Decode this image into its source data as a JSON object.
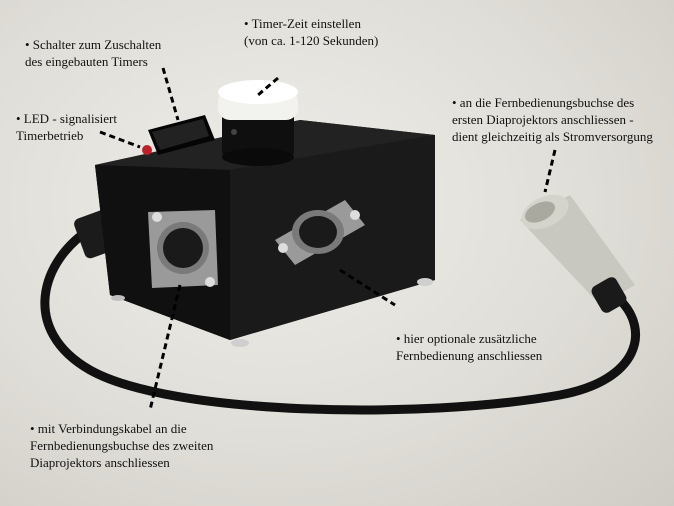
{
  "annotations": {
    "switch": [
      "• Schalter zum Zuschalten",
      "des eingebauten Timers"
    ],
    "led": [
      "• LED - signalisiert",
      "Timerbetrieb"
    ],
    "timer": [
      "• Timer-Zeit einstellen",
      "(von ca. 1-120 Sekunden)"
    ],
    "power": [
      "• an die Fernbedienungsbuchse des",
      "ersten Diaprojektors anschliessen  -",
      "dient gleichzeitig als Stromversorgung"
    ],
    "remote": [
      "• hier optionale zusätzliche",
      "Fernbedienung anschliessen"
    ],
    "cable": [
      "• mit Verbindungskabel an die",
      "Fernbedienungsbuchse des zweiten",
      "Diaprojektors anschliessen"
    ]
  },
  "colors": {
    "background": "#e2e0db",
    "box": "#151515",
    "knob_cap": "#f2f2ee",
    "led": "#c0202a",
    "plug": "#c8c8c0"
  }
}
